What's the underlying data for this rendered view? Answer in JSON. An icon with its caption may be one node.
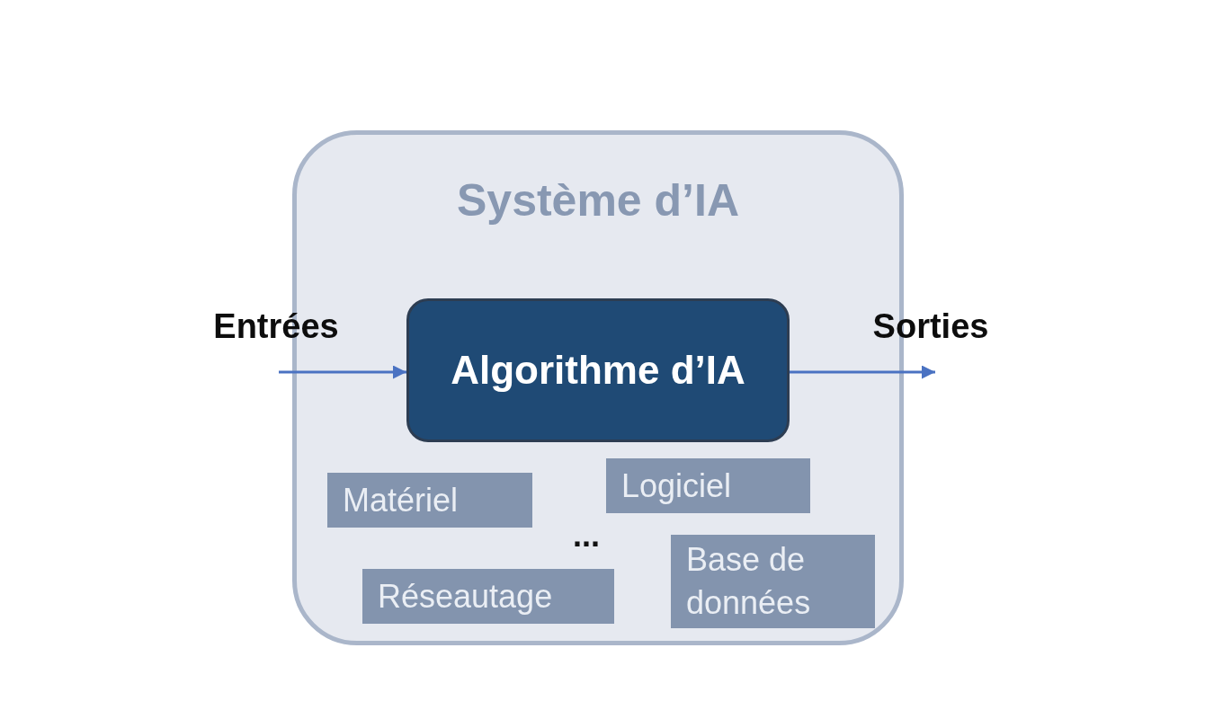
{
  "diagram": {
    "nodes": [
      {
        "text": [
          "Système d’IA"
        ]
      },
      {
        "text": [
          "Algorithme d’IA"
        ],
        "in": 0
      },
      {
        "text": [
          "Matériel"
        ],
        "in": 0
      },
      {
        "text": [
          "Logiciel"
        ],
        "in": 0
      },
      {
        "text": [
          "Réseautage"
        ],
        "in": 0
      },
      {
        "text": [
          "Base de données"
        ],
        "in": 0
      }
    ],
    "edges": [
      {
        "from": null,
        "to": 1,
        "arrow": "to",
        "label": "Entrées"
      },
      {
        "from": 1,
        "to": null,
        "arrow": "to",
        "label": "Sorties"
      }
    ],
    "labels": [
      "..."
    ]
  }
}
